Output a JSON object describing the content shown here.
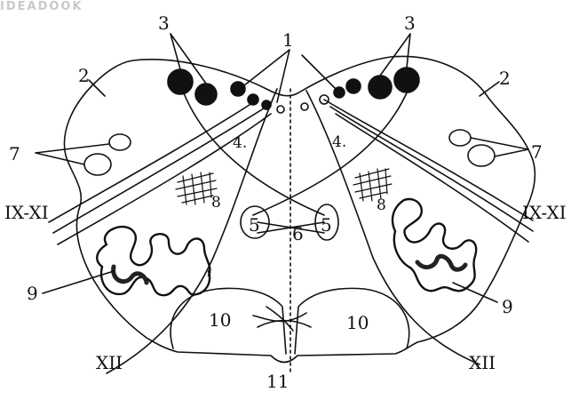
{
  "watermark": "IDEADOOK",
  "diagram": {
    "labels": {
      "l1": "1",
      "l2_left": "2",
      "l2_right": "2",
      "l3_left": "3",
      "l3_right": "3",
      "l4_left": "4.",
      "l4_right": "4.",
      "l5_left": "5",
      "l5_right": "5",
      "l6": "6",
      "l7_left": "7",
      "l7_right": "7",
      "l8_left": "8",
      "l8_right": "8",
      "l9_left": "9",
      "l9_right": "9",
      "l10_left": "10",
      "l10_right": "10",
      "l11": "11",
      "nerve_ix_xi_left": "IX-XI",
      "nerve_ix_xi_right": "IX-XI",
      "nerve_xii_left": "XII",
      "nerve_xii_right": "XII"
    }
  }
}
